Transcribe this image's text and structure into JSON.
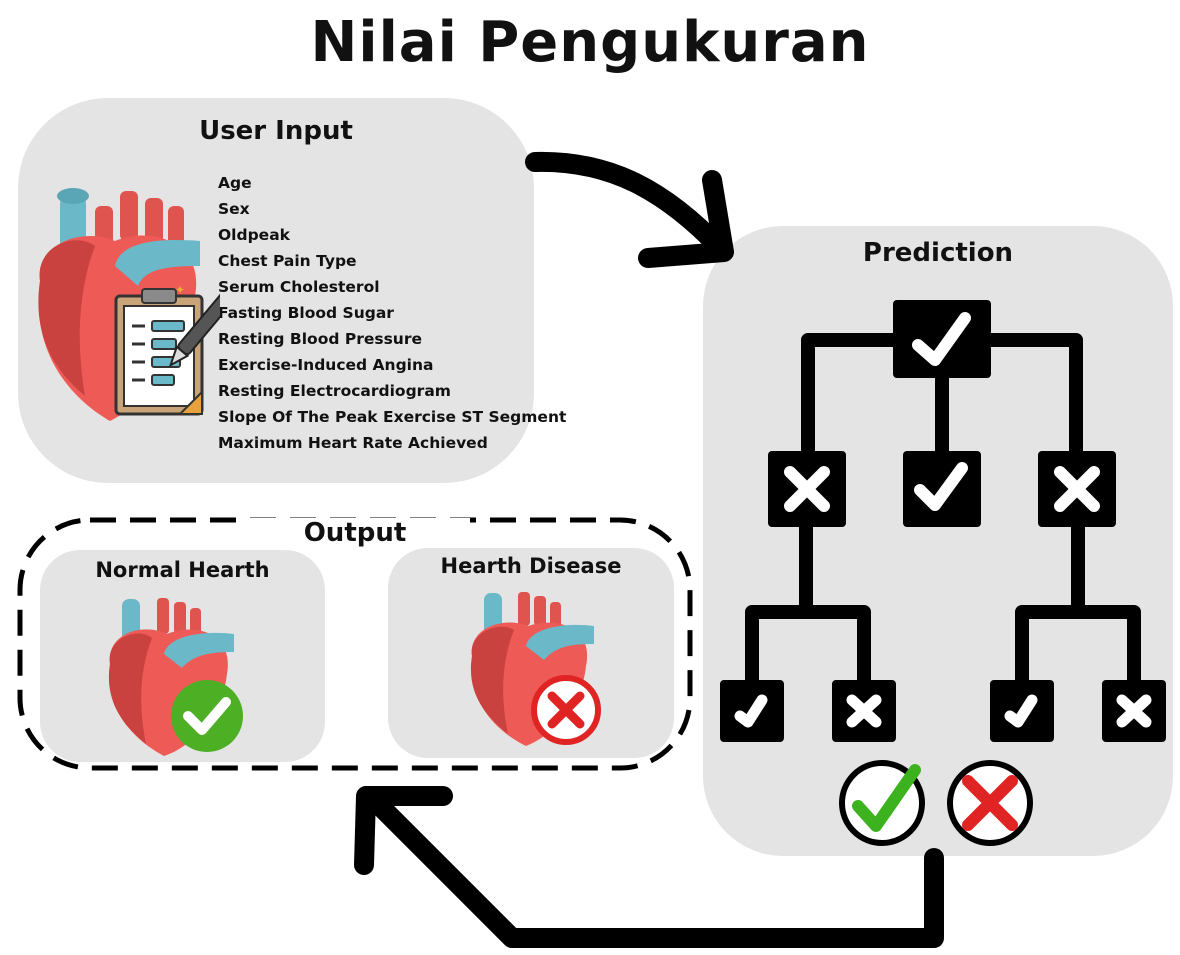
{
  "title": "Nilai Pengukuran",
  "user_input": {
    "title": "User Input",
    "items": [
      "Age",
      "Sex",
      "Oldpeak",
      "Chest Pain Type",
      "Serum Cholesterol",
      "Fasting Blood Sugar",
      "Resting Blood Pressure",
      "Exercise-Induced Angina",
      "Resting Electrocardiogram",
      "Slope Of The Peak Exercise ST Segment",
      "Maximum Heart Rate Achieved"
    ],
    "illustration": "heart-with-clipboard-icon"
  },
  "prediction": {
    "title": "Prediction",
    "illustration": "decision-tree-icon"
  },
  "output": {
    "title": "Output",
    "normal": {
      "title": "Normal Hearth",
      "icon": "heart-with-check-icon"
    },
    "disease": {
      "title": "Hearth Disease",
      "icon": "heart-with-cross-icon"
    }
  },
  "colors": {
    "panel": "#e4e4e4",
    "heart": "#ee5b57",
    "vessel": "#6bb8c8",
    "check_green": "#3cb21e",
    "cross_red": "#e02424"
  }
}
